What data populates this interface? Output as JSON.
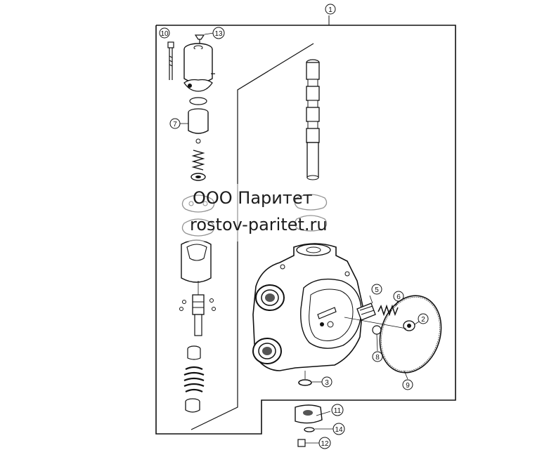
{
  "callouts": {
    "c1": "1",
    "c2": "2",
    "c3": "3",
    "c5": "5",
    "c6": "6",
    "c7": "7",
    "c8": "8",
    "c9": "9",
    "c10": "10",
    "c11": "11",
    "c12": "12",
    "c13": "13",
    "c14": "14"
  },
  "watermark": {
    "line1": "ООО Паритет",
    "line2": "rostov-paritet.ru"
  }
}
